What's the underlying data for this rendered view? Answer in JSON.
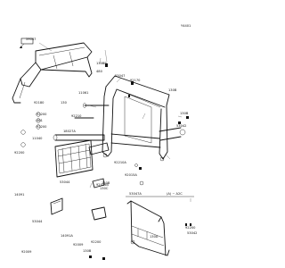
{
  "page_code": "Y4401",
  "part_labels": [
    "59047",
    "130BB",
    "480",
    "53047",
    "92170",
    "11061",
    "130B",
    "92200",
    "481",
    "92200",
    "92180",
    "130",
    "92210",
    "130B",
    "53042",
    "18027A",
    "11040",
    "92210A",
    "92015A",
    "130B",
    "92200",
    "53044",
    "92015B",
    "130C",
    "14091",
    "53044",
    "14091A",
    "92009",
    "92009",
    "130B",
    "92200",
    "53047A",
    "130A",
    "92200",
    "53042"
  ],
  "detail_label": "(A) ~ A2C",
  "colors": {
    "line": "#111111",
    "background": "#ffffff"
  }
}
